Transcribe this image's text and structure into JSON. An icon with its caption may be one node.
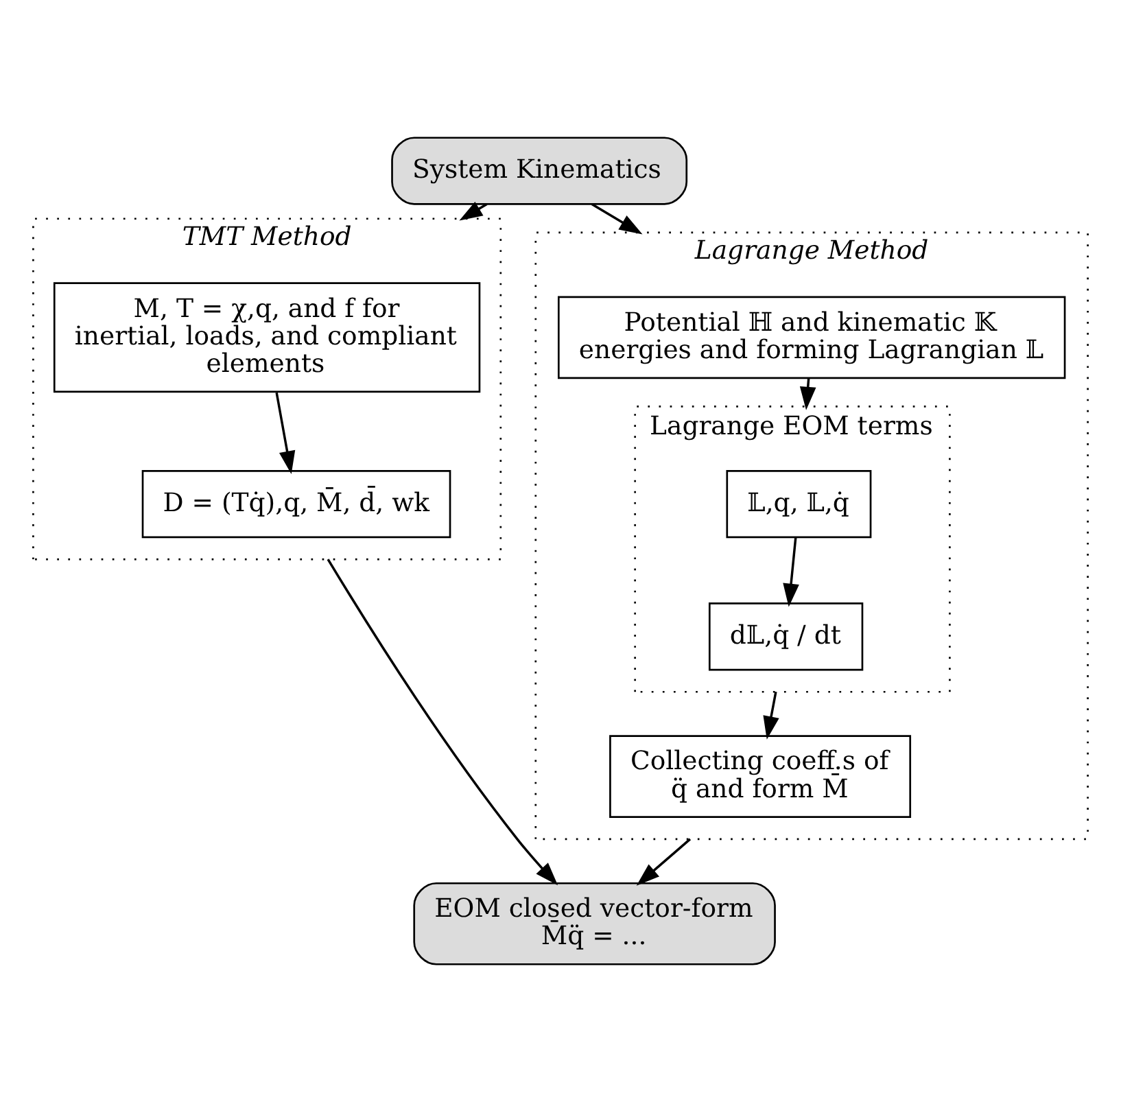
{
  "diagram": {
    "nodes": [
      {
        "text": [
          "System Kinematics"
        ]
      },
      {
        "text": [
          "TMT Method"
        ]
      },
      {
        "text": [
          "M, T = χ,q, and f for inertial, loads, and compliant elements"
        ],
        "in": 1
      },
      {
        "text": [
          "D = (Tq̇),q, M̄, d̄, wk"
        ],
        "in": 1
      },
      {
        "text": [
          "Lagrange Method"
        ]
      },
      {
        "text": [
          "Potential ℍ and kinematic 𝕂 energies and forming Lagrangian 𝕃"
        ],
        "in": 4
      },
      {
        "text": [
          "Lagrange EOM terms"
        ],
        "in": 4
      },
      {
        "text": [
          "𝕃,q, 𝕃,q̇"
        ],
        "in": 6
      },
      {
        "text": [
          "d𝕃,q̇ / dt"
        ],
        "in": 6
      },
      {
        "text": [
          "Collecting coeff.s of q̈ and form M̄"
        ],
        "in": 4
      },
      {
        "text": [
          "EOM closed vector-form M̄q̈ = ..."
        ]
      }
    ],
    "edges": [
      {
        "from": 0,
        "to": 1,
        "arrow": "to"
      },
      {
        "from": 0,
        "to": 4,
        "arrow": "to"
      },
      {
        "from": 2,
        "to": 3,
        "arrow": "to"
      },
      {
        "from": 5,
        "to": 6,
        "arrow": "to"
      },
      {
        "from": 7,
        "to": 8,
        "arrow": "to"
      },
      {
        "from": 6,
        "to": 9,
        "arrow": "to"
      },
      {
        "from": 1,
        "to": 10,
        "arrow": "to"
      },
      {
        "from": 4,
        "to": 10,
        "arrow": "to"
      }
    ]
  }
}
